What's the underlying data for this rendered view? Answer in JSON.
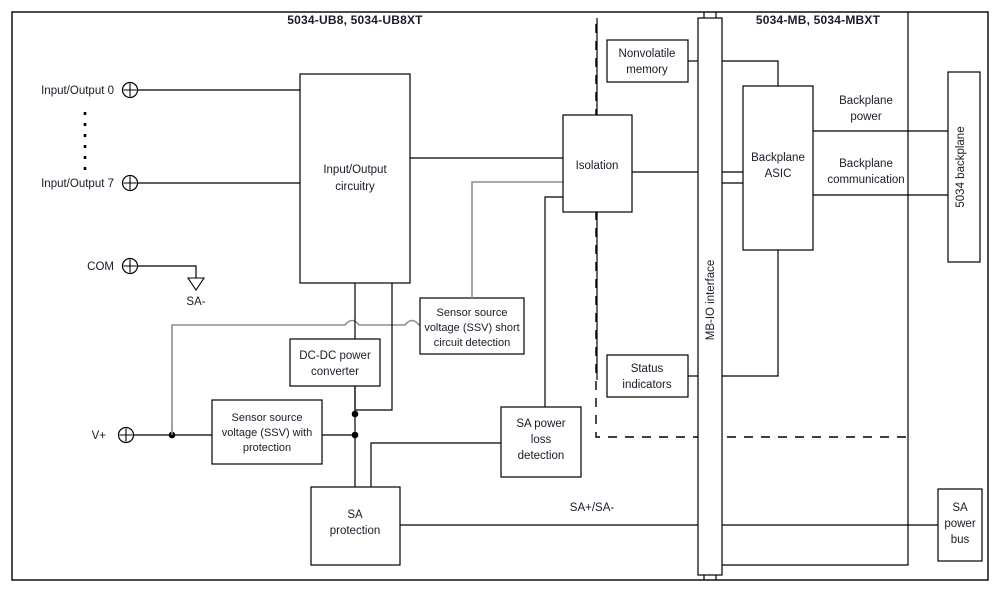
{
  "diagram": {
    "titles": {
      "left": "5034-UB8, 5034-UB8XT",
      "right": "5034-MB, 5034-MBXT"
    },
    "terminals": [
      {
        "id": "io0",
        "label": "Input/Output 0"
      },
      {
        "id": "io7",
        "label": "Input/Output 7"
      },
      {
        "id": "com",
        "label": "COM"
      },
      {
        "id": "vplus",
        "label": "V+"
      }
    ],
    "ground_label": "SA-",
    "blocks": [
      {
        "id": "io-circuitry",
        "label": "Input/Output\ncircuitry"
      },
      {
        "id": "ssv-short",
        "label": "Sensor source\nvoltage (SSV) short\ncircuit detection"
      },
      {
        "id": "dcdc",
        "label": "DC-DC power\nconverter"
      },
      {
        "id": "ssv-protection",
        "label": "Sensor source\nvoltage (SSV) with\nprotection"
      },
      {
        "id": "sa-power-loss",
        "label": "SA power\nloss\ndetection"
      },
      {
        "id": "sa-protection",
        "label": "SA\nprotection"
      },
      {
        "id": "isolation",
        "label": "Isolation"
      },
      {
        "id": "nonvolatile-memory",
        "label": "Nonvolatile\nmemory"
      },
      {
        "id": "status-indicators",
        "label": "Status\nindicators"
      },
      {
        "id": "mb-io-interface",
        "label": "MB-IO interface"
      },
      {
        "id": "backplane-asic",
        "label": "Backplane\nASIC"
      },
      {
        "id": "backplane",
        "label": "5034 backplane"
      },
      {
        "id": "sa-power-bus",
        "label": "SA\npower\nbus"
      }
    ],
    "wire_labels": [
      {
        "id": "backplane-power",
        "label": "Backplane\npower"
      },
      {
        "id": "backplane-communication",
        "label": "Backplane\ncommunication"
      },
      {
        "id": "sa-plus-minus",
        "label": "SA+/SA-"
      }
    ],
    "colors": {
      "wire": "#000000",
      "gray_wire": "#8e8e8e",
      "box_stroke": "#000000",
      "background": "#ffffff",
      "text": "#1a1a28"
    }
  }
}
